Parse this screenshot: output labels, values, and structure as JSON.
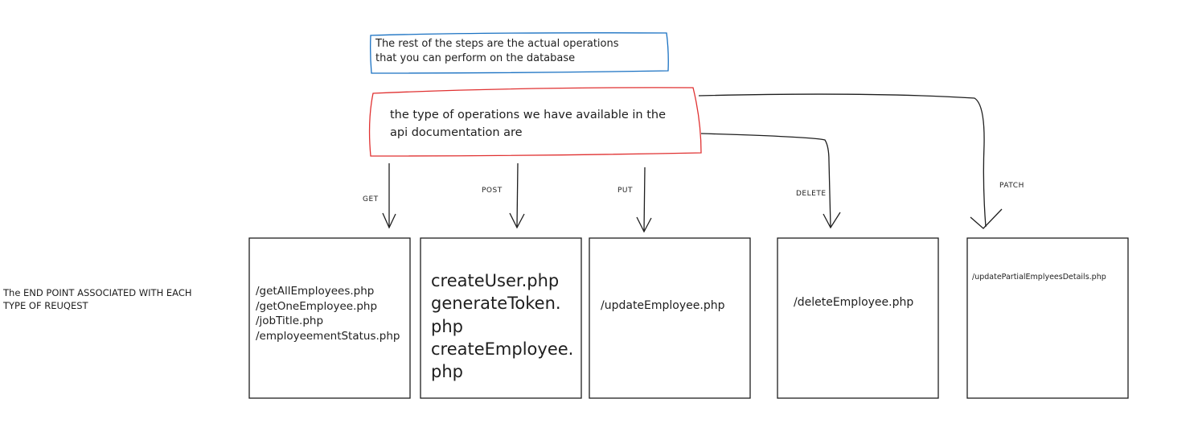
{
  "notes": {
    "intro": "The rest of the steps are the actual operations\nthat you can perform on the database",
    "operations": "the type of operations we have available in the\napi documentation are"
  },
  "methods": {
    "get": "GET",
    "post": "POST",
    "put": "PUT",
    "delete": "DELETE",
    "patch": "PATCH"
  },
  "side_label": "The END POINT ASSOCIATED WITH EACH\nTYPE OF REUQEST",
  "endpoints": {
    "get": "/getAllEmployees.php\n/getOneEmployee.php\n/jobTitle.php\n/employeementStatus.php",
    "post": "createUser.php\ngenerateToken.\nphp\ncreateEmployee.\nphp",
    "put": "/updateEmployee.php",
    "delete": "/deleteEmployee.php",
    "patch": "/updatePartialEmplyeesDetails.php"
  },
  "colors": {
    "stroke": "#1e1e1e",
    "intro_border": "#1971c2",
    "operations_border": "#e03131",
    "background": "#ffffff"
  }
}
